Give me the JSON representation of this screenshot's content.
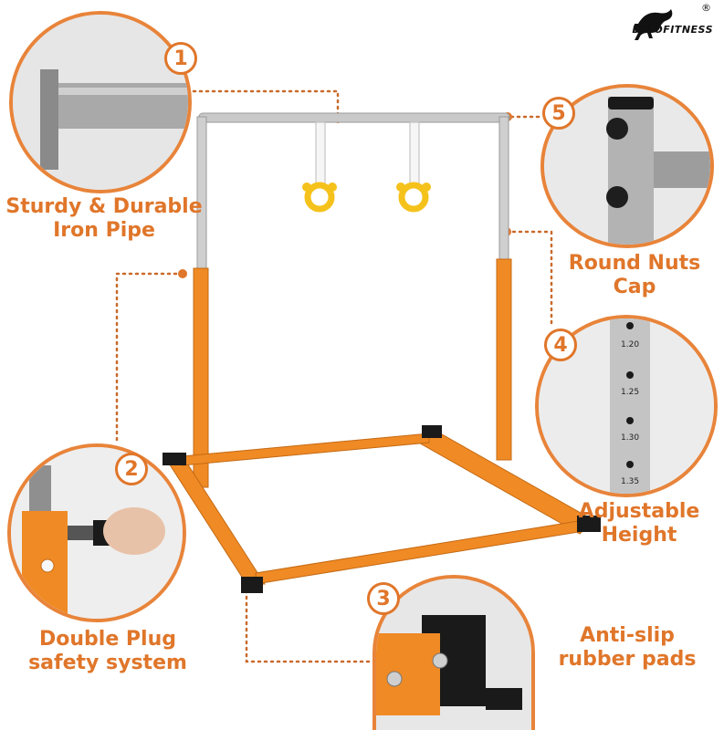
{
  "brand": {
    "name": "DINOFITNESS",
    "reg_mark": "®"
  },
  "callouts": [
    {
      "number": "1",
      "label_line1": "Sturdy & Durable",
      "label_line2": "Iron Pipe"
    },
    {
      "number": "2",
      "label_line1": "Double Plug",
      "label_line2": "safety system"
    },
    {
      "number": "3",
      "label_line1": "Anti-slip",
      "label_line2": "rubber pads"
    },
    {
      "number": "4",
      "label_line1": "Adjustable",
      "label_line2": "Height"
    },
    {
      "number": "5",
      "label_line1": "Round Nuts",
      "label_line2": "Cap"
    }
  ],
  "height_marks": [
    "1.20",
    "1.25",
    "1.30",
    "1.35"
  ],
  "colors": {
    "accent": "#e0762a",
    "frame_orange": "#f08a24",
    "pole_silver": "#c8c8c8",
    "ring_yellow": "#f5c21b"
  }
}
